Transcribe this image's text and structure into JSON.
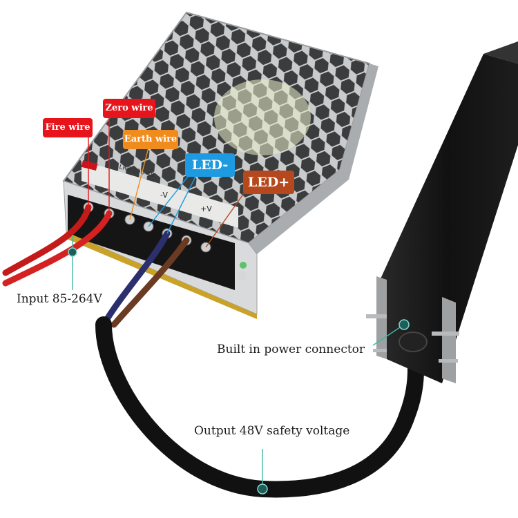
{
  "labels": {
    "fire_wire": "Fire wire",
    "zero_wire": "Zero wire",
    "earth_wire": "Earth wire",
    "led_minus": "LED-",
    "led_plus": "LED+"
  },
  "captions": {
    "input": "Input 85-264V",
    "connector": "Built in power connector",
    "output": "Output 48V safety voltage"
  },
  "psu_markings": {
    "model": "LRS-100-48",
    "terminal_minus": "-V",
    "terminal_plus": "+V"
  },
  "colors": {
    "fire_wire": "#e8141c",
    "zero_wire": "#e8141c",
    "earth_wire": "#f08c1e",
    "led_minus": "#1e9be0",
    "led_plus": "#b5481c",
    "leader_line": "#3fb6a8"
  }
}
